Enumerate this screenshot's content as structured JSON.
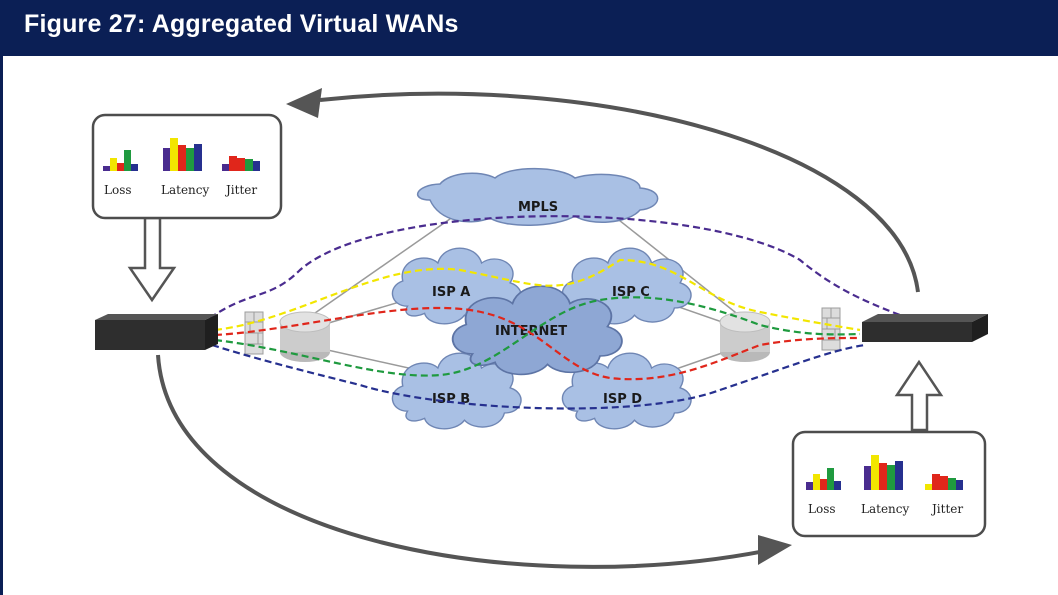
{
  "header": {
    "title": "Figure 27:  Aggregated Virtual WANs",
    "background": "#0b1f55"
  },
  "clouds": {
    "mpls": "MPLS",
    "isp_a": "ISP A",
    "isp_b": "ISP B",
    "isp_c": "ISP C",
    "isp_d": "ISP D",
    "internet": "INTERNET"
  },
  "metrics": {
    "labels": [
      "Loss",
      "Latency",
      "Jitter"
    ]
  },
  "colors": {
    "cloud_fill": "#a9c0e4",
    "cloud_stroke": "#6f86b4",
    "path_purple": "#4a2c8f",
    "path_yellow": "#f2e600",
    "path_red": "#e0261b",
    "path_green": "#1f9a3f",
    "path_blue": "#26308f",
    "device": "#2e2e2e"
  },
  "icons": [
    "wan-appliance-icon",
    "firewall-icon",
    "router-icon",
    "metrics-bar-chart-icon",
    "feedback-arrow-icon",
    "cloud-icon"
  ]
}
